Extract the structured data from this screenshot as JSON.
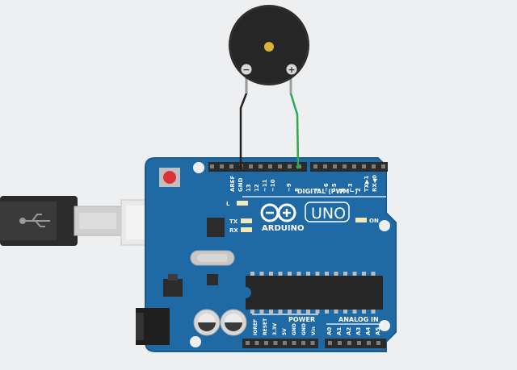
{
  "buzzer": {
    "minus_label": "−",
    "plus_label": "+"
  },
  "board": {
    "brand": "ARDUINO",
    "model": "UNO",
    "digital_header_label": "DIGITAL (PWM~)",
    "digital_pins": [
      "AREF",
      "GND",
      "13",
      "12",
      "~11",
      "~10",
      "~9",
      "8",
      "7",
      "~6",
      "~5",
      "4",
      "~3",
      "2",
      "TX▶1",
      "RX◀0"
    ],
    "power_header_label": "POWER",
    "power_pins": [
      "IOREF",
      "RESET",
      "3.3V",
      "5V",
      "GND",
      "GND",
      "Vin"
    ],
    "analog_header_label": "ANALOG IN",
    "analog_pins": [
      "A0",
      "A1",
      "A2",
      "A3",
      "A4",
      "A5"
    ],
    "led_l": "L",
    "led_tx": "TX",
    "led_rx": "RX",
    "led_on": "ON"
  },
  "colors": {
    "board": "#1f6aa5",
    "wire_gnd": "#222222",
    "wire_signal": "#2fa84f",
    "background": "#eeeff1"
  }
}
